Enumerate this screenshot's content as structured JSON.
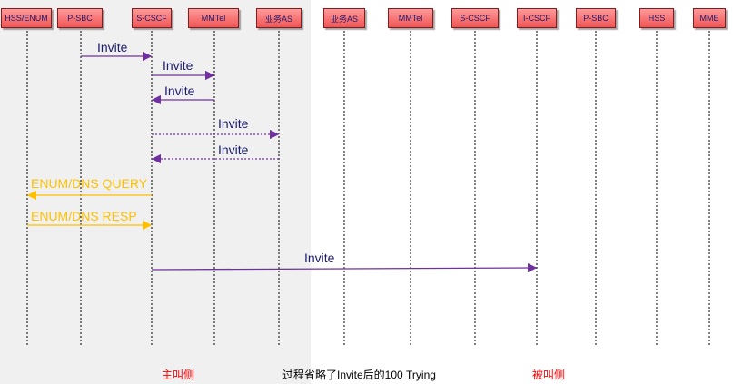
{
  "nodes": {
    "hss_enum": "HSS/ENUM",
    "p_sbc_caller": "P-SBC",
    "s_cscf_caller": "S-CSCF",
    "mmtel_caller": "MMTel",
    "as_caller": "业务AS",
    "as_callee": "业务AS",
    "mmtel_callee": "MMTel",
    "s_cscf_callee": "S-CSCF",
    "i_cscf": "I-CSCF",
    "p_sbc_callee": "P-SBC",
    "hss_callee": "HSS",
    "mme": "MME"
  },
  "messages": [
    {
      "label": "Invite",
      "from": "P-SBC",
      "to": "S-CSCF",
      "style": "solid"
    },
    {
      "label": "Invite",
      "from": "S-CSCF",
      "to": "MMTel",
      "style": "solid"
    },
    {
      "label": "Invite",
      "from": "MMTel",
      "to": "S-CSCF",
      "style": "solid"
    },
    {
      "label": "Invite",
      "from": "S-CSCF",
      "to": "业务AS",
      "style": "dotted"
    },
    {
      "label": "Invite",
      "from": "业务AS",
      "to": "S-CSCF",
      "style": "dotted"
    },
    {
      "label": "ENUM/DNS QUERY",
      "from": "S-CSCF",
      "to": "HSS/ENUM",
      "style": "solid"
    },
    {
      "label": "ENUM/DNS RESP",
      "from": "HSS/ENUM",
      "to": "S-CSCF",
      "style": "solid"
    },
    {
      "label": "Invite",
      "from": "S-CSCF",
      "to": "I-CSCF",
      "style": "solid"
    }
  ],
  "footer": {
    "caller_side": "主叫侧",
    "note": "过程省略了Invite后的100 Trying",
    "callee_side": "被叫侧"
  },
  "colors": {
    "invite_arrow": "#7030a0",
    "invite_text": "#1c1c70",
    "dns_arrow": "#ffc000",
    "side_label": "#ff0000"
  }
}
